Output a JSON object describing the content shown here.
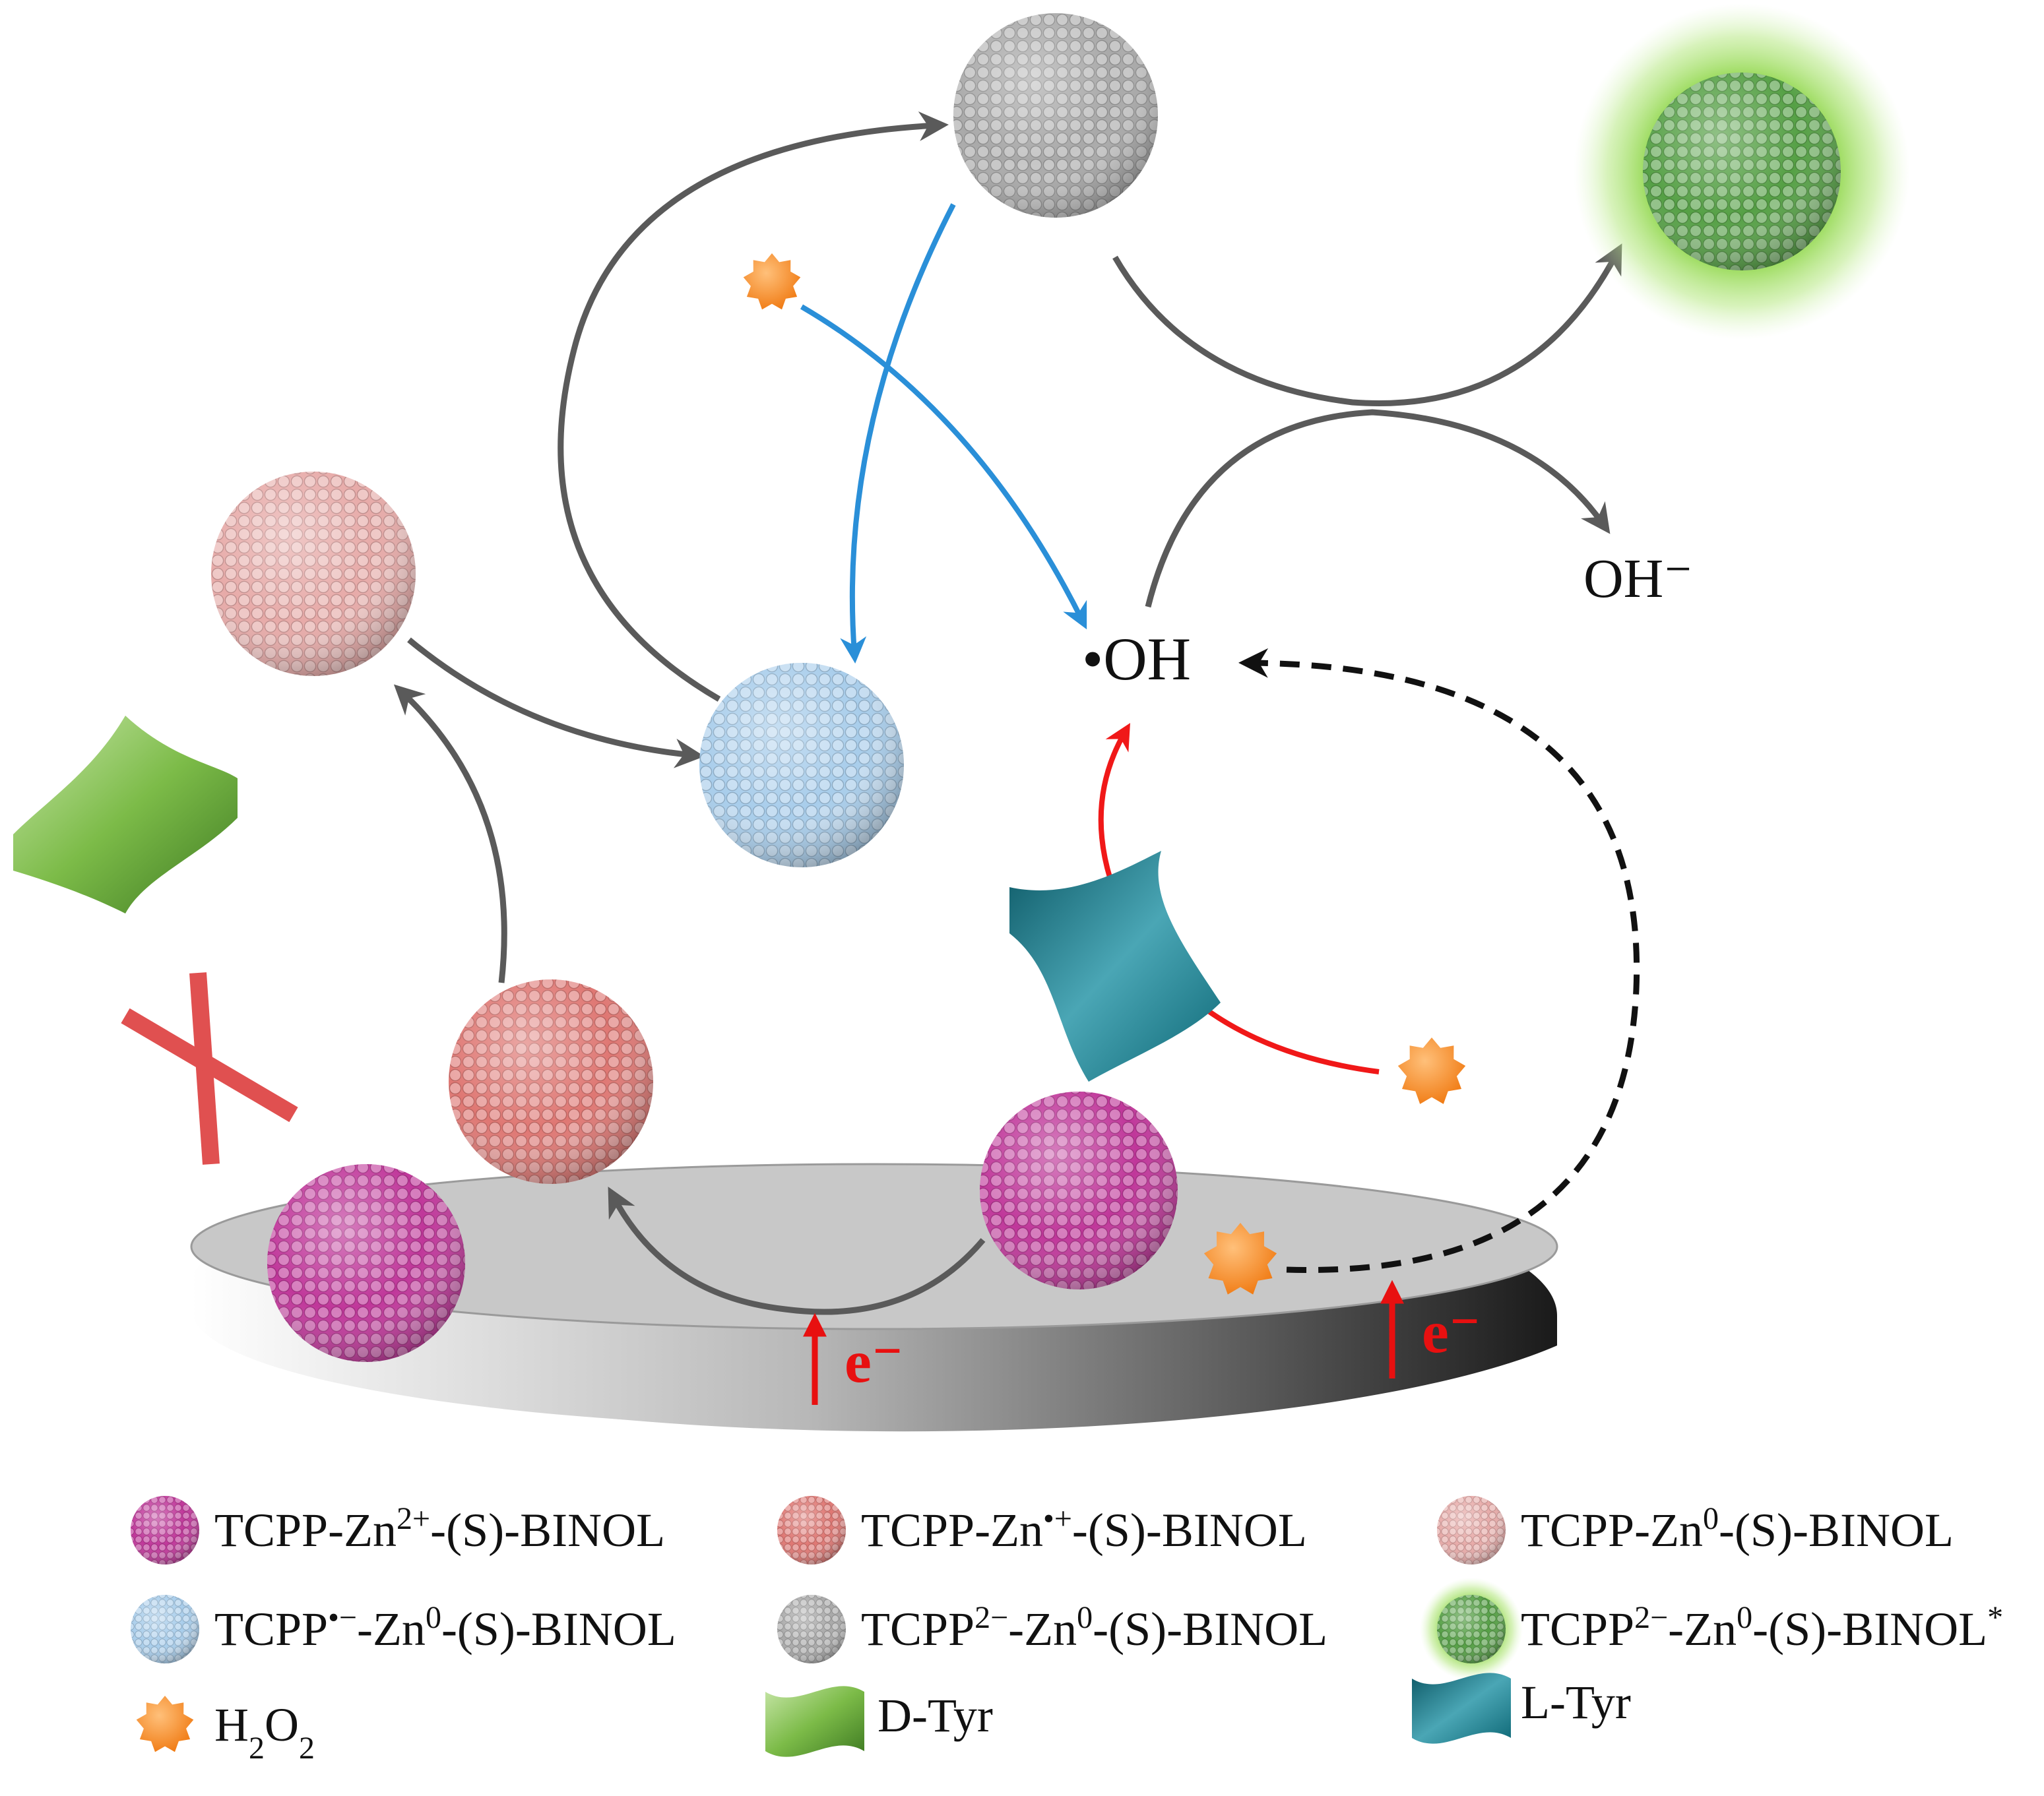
{
  "colors": {
    "background": "#ffffff",
    "pathway_gray": "#5a5a5a",
    "pathway_blue": "#2a8fd8",
    "pathway_red": "#f01818",
    "pathway_dashed": "#111111",
    "electron": "#e81010",
    "electrode_top": "#c8c8c8",
    "cross": "#e05050"
  },
  "species": [
    {
      "key": "zn2",
      "color": "#c0379a",
      "legend": [
        "TCPP-Zn",
        "2+",
        "-(S)-BINOL"
      ]
    },
    {
      "key": "znRad",
      "color": "#df7773",
      "legend": [
        "TCPP-Zn",
        "•+",
        "-(S)-BINOL"
      ]
    },
    {
      "key": "zn0",
      "color": "#e7aaa8",
      "legend": [
        "TCPP-Zn",
        "0",
        "-(S)-BINOL"
      ]
    },
    {
      "key": "tcppRad",
      "color": "#a8cdeb",
      "legend": [
        "TCPP",
        "•−",
        "-Zn",
        "0",
        "-(S)-BINOL"
      ]
    },
    {
      "key": "tcpp2",
      "color": "#a9a9a9",
      "legend": [
        "TCPP",
        "2−",
        "-Zn",
        "0",
        "-(S)-BINOL"
      ]
    },
    {
      "key": "tcpp2star",
      "color": "#55a045",
      "legend": [
        "TCPP",
        "2−",
        "-Zn",
        "0",
        "-(S)-BINOL",
        "*"
      ]
    }
  ],
  "reagents": {
    "h2o2": {
      "color": "#f5841f",
      "legend": [
        "H",
        "2",
        "O",
        "2"
      ]
    },
    "dtyr": {
      "color": "#6aaa3a",
      "legend": "D-Tyr"
    },
    "ltyr": {
      "color": "#1a7f8f",
      "legend": "L-Tyr"
    }
  },
  "labels": {
    "hydroxyl_radical": "•OH",
    "hydroxide": "OH⁻",
    "electron": "e⁻"
  }
}
